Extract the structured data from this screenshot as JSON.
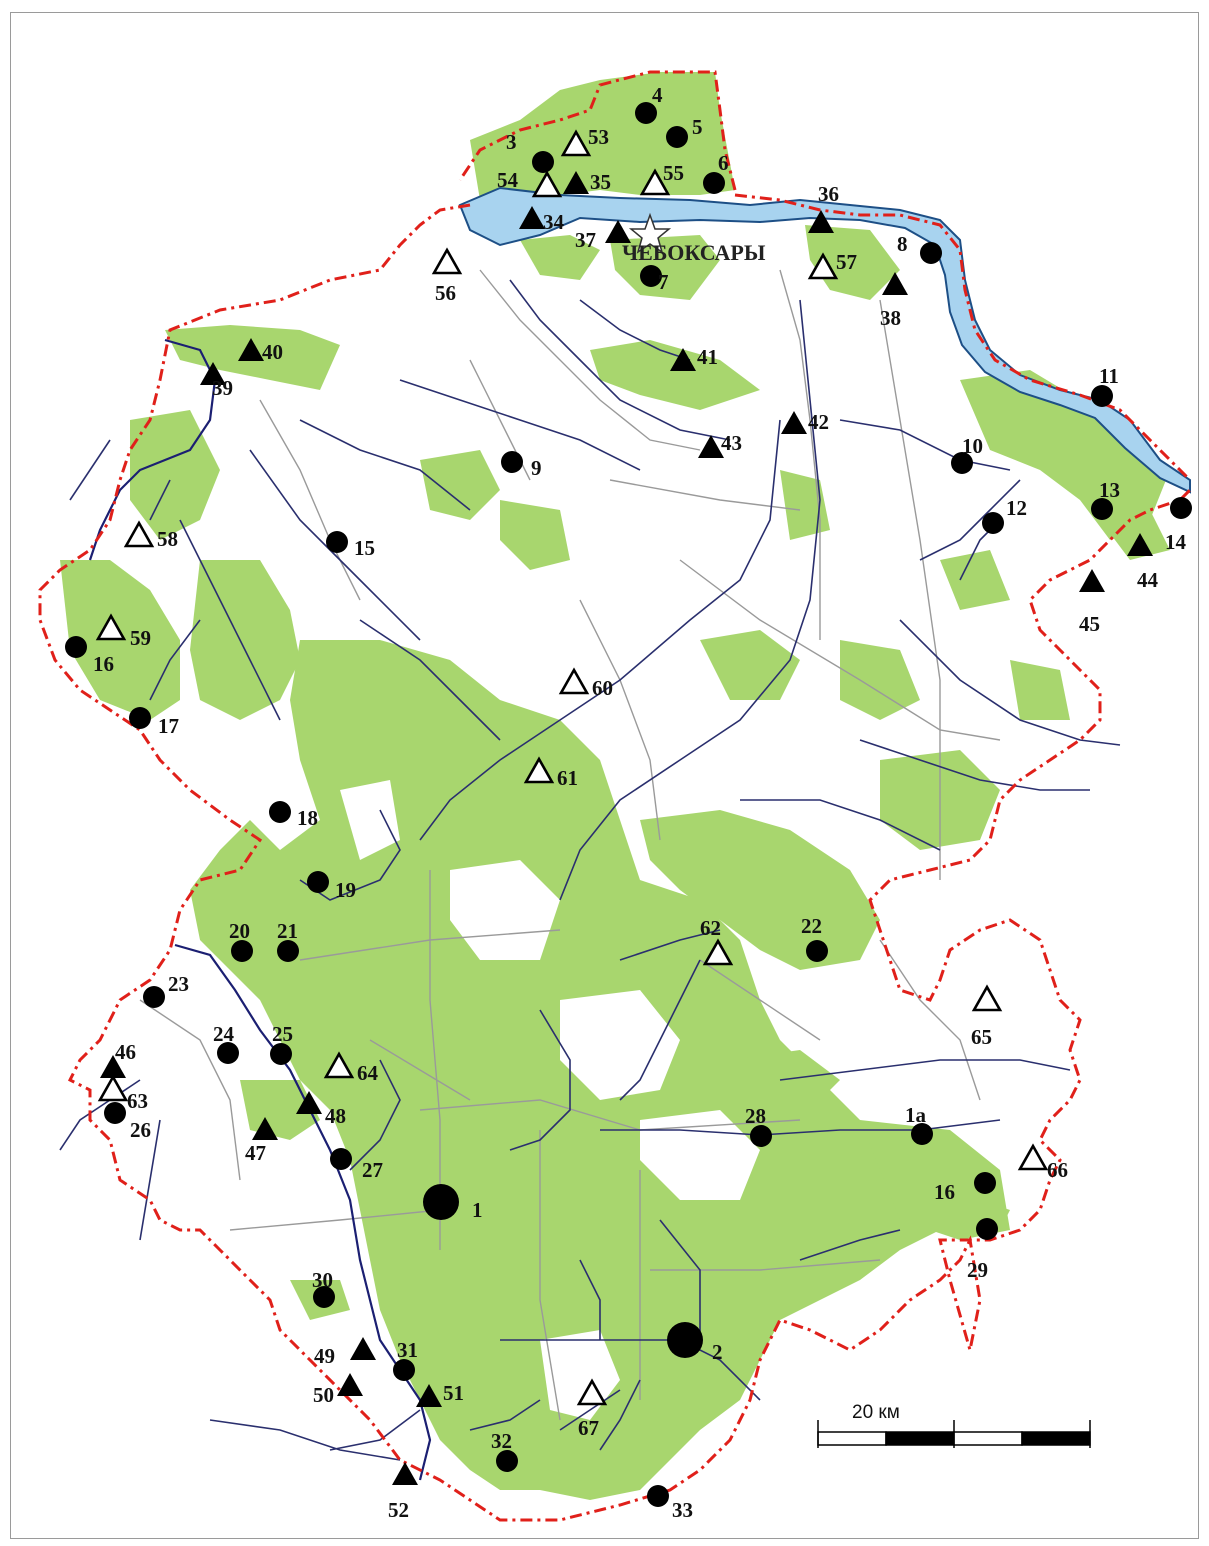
{
  "map": {
    "city_label": "ЧЕБОКСАРЫ",
    "scale_label": "20 км",
    "colors": {
      "forest": "#a8d66e",
      "river_water": "#a8d3ef",
      "river_outline": "#1d4f86",
      "border": "#e0201a",
      "stream": "#2a2f6e",
      "road": "#9a9a9a",
      "marker": "#000000"
    },
    "legend_symbols": {
      "filled_circle": "circle-marker",
      "filled_triangle": "filled-triangle-marker",
      "open_triangle": "open-triangle-marker",
      "star": "star-icon"
    },
    "markers": [
      {
        "id": "1",
        "shape": "circle",
        "size": "large"
      },
      {
        "id": "1a",
        "shape": "circle"
      },
      {
        "id": "2",
        "shape": "circle",
        "size": "large"
      },
      {
        "id": "3",
        "shape": "circle"
      },
      {
        "id": "4",
        "shape": "circle"
      },
      {
        "id": "5",
        "shape": "circle"
      },
      {
        "id": "6",
        "shape": "circle"
      },
      {
        "id": "7",
        "shape": "circle"
      },
      {
        "id": "8",
        "shape": "circle"
      },
      {
        "id": "9",
        "shape": "circle"
      },
      {
        "id": "10",
        "shape": "circle"
      },
      {
        "id": "11",
        "shape": "circle"
      },
      {
        "id": "12",
        "shape": "circle"
      },
      {
        "id": "13",
        "shape": "circle"
      },
      {
        "id": "14",
        "shape": "circle"
      },
      {
        "id": "15",
        "shape": "circle"
      },
      {
        "id": "16",
        "shape": "circle"
      },
      {
        "id": "16",
        "shape": "circle"
      },
      {
        "id": "17",
        "shape": "circle"
      },
      {
        "id": "18",
        "shape": "circle"
      },
      {
        "id": "19",
        "shape": "circle"
      },
      {
        "id": "20",
        "shape": "circle"
      },
      {
        "id": "21",
        "shape": "circle"
      },
      {
        "id": "22",
        "shape": "circle"
      },
      {
        "id": "23",
        "shape": "circle"
      },
      {
        "id": "24",
        "shape": "circle"
      },
      {
        "id": "25",
        "shape": "circle"
      },
      {
        "id": "26",
        "shape": "circle"
      },
      {
        "id": "27",
        "shape": "circle"
      },
      {
        "id": "28",
        "shape": "circle"
      },
      {
        "id": "29",
        "shape": "circle"
      },
      {
        "id": "30",
        "shape": "circle"
      },
      {
        "id": "31",
        "shape": "circle"
      },
      {
        "id": "32",
        "shape": "circle"
      },
      {
        "id": "33",
        "shape": "circle"
      },
      {
        "id": "34",
        "shape": "triangle"
      },
      {
        "id": "35",
        "shape": "triangle"
      },
      {
        "id": "36",
        "shape": "triangle"
      },
      {
        "id": "37",
        "shape": "triangle"
      },
      {
        "id": "38",
        "shape": "triangle"
      },
      {
        "id": "39",
        "shape": "triangle"
      },
      {
        "id": "40",
        "shape": "triangle"
      },
      {
        "id": "41",
        "shape": "triangle"
      },
      {
        "id": "42",
        "shape": "triangle"
      },
      {
        "id": "43",
        "shape": "triangle"
      },
      {
        "id": "44",
        "shape": "triangle"
      },
      {
        "id": "45",
        "shape": "triangle"
      },
      {
        "id": "46",
        "shape": "triangle"
      },
      {
        "id": "47",
        "shape": "triangle"
      },
      {
        "id": "48",
        "shape": "triangle"
      },
      {
        "id": "49",
        "shape": "triangle"
      },
      {
        "id": "50",
        "shape": "triangle"
      },
      {
        "id": "51",
        "shape": "triangle"
      },
      {
        "id": "52",
        "shape": "triangle"
      },
      {
        "id": "53",
        "shape": "open-triangle"
      },
      {
        "id": "54",
        "shape": "open-triangle"
      },
      {
        "id": "55",
        "shape": "open-triangle"
      },
      {
        "id": "56",
        "shape": "open-triangle"
      },
      {
        "id": "57",
        "shape": "open-triangle"
      },
      {
        "id": "58",
        "shape": "open-triangle"
      },
      {
        "id": "59",
        "shape": "open-triangle"
      },
      {
        "id": "60",
        "shape": "open-triangle"
      },
      {
        "id": "61",
        "shape": "open-triangle"
      },
      {
        "id": "62",
        "shape": "open-triangle"
      },
      {
        "id": "63",
        "shape": "open-triangle"
      },
      {
        "id": "64",
        "shape": "open-triangle"
      },
      {
        "id": "65",
        "shape": "open-triangle"
      },
      {
        "id": "66",
        "shape": "open-triangle"
      },
      {
        "id": "67",
        "shape": "open-triangle"
      }
    ]
  }
}
